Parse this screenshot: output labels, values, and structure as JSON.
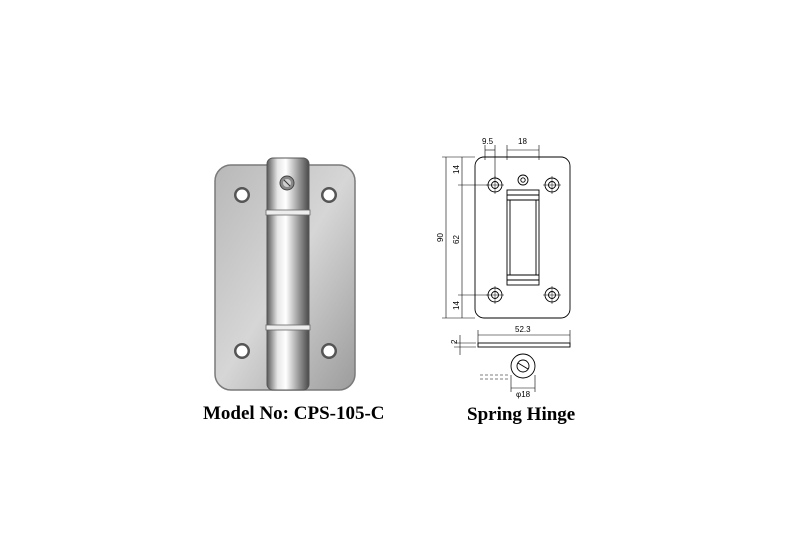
{
  "captions": {
    "model": "Model No: CPS-105-C",
    "product": "Spring Hinge"
  },
  "dimensions": {
    "hole_offset": "9.5",
    "pin_width": "18",
    "overall_height": "90",
    "top_margin": "14",
    "hole_spacing": "62",
    "bottom_margin": "14",
    "open_width": "52.3",
    "thickness": "2",
    "barrel_diameter": "φ18"
  },
  "colors": {
    "plate_light": "#dcdcdc",
    "plate_dark": "#8a8a8a",
    "outline": "#000000"
  }
}
